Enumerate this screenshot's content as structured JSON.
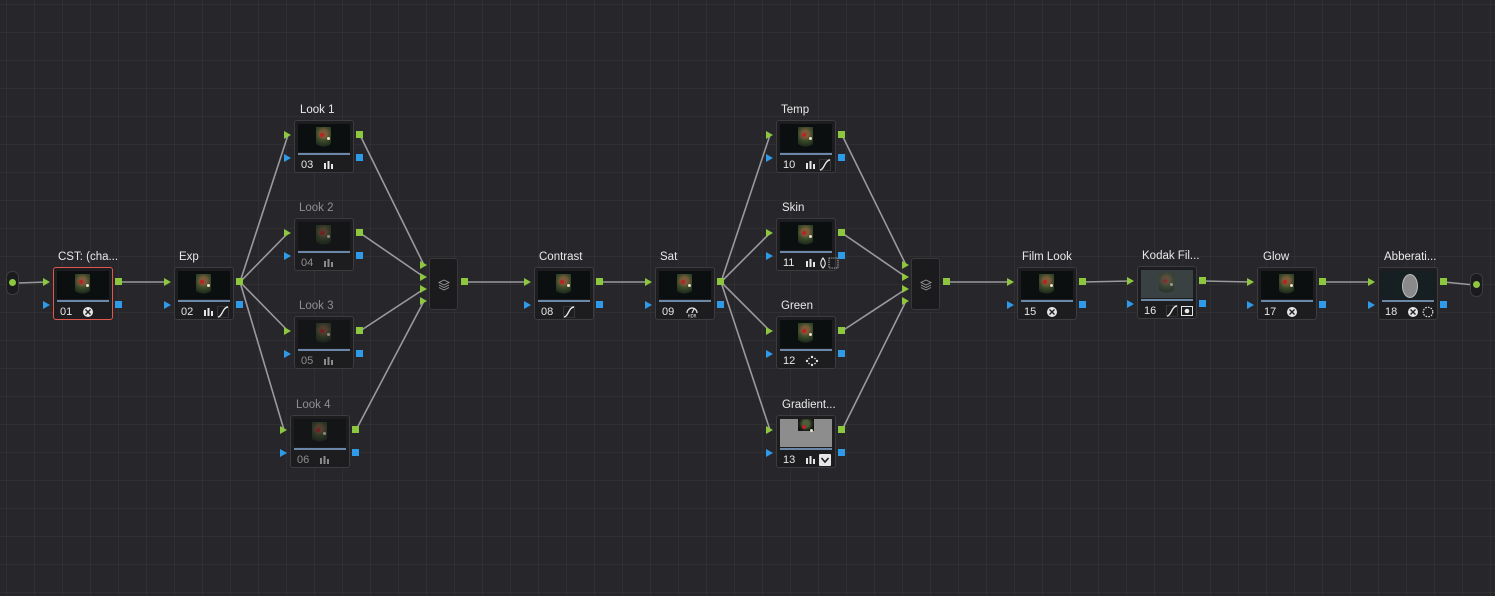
{
  "nodes": [
    {
      "id": "n01",
      "label": "CST: (cha...",
      "num": "01",
      "tools": [
        "resolve-fx-icon"
      ],
      "thumb": "normal",
      "selected": true,
      "disabled": false
    },
    {
      "id": "n02",
      "label": "Exp",
      "num": "02",
      "tools": [
        "bars-icon",
        "curves-icon"
      ],
      "thumb": "normal",
      "selected": false,
      "disabled": false
    },
    {
      "id": "n03",
      "label": "Look 1",
      "num": "03",
      "tools": [
        "bars-icon"
      ],
      "thumb": "normal",
      "selected": false,
      "disabled": false
    },
    {
      "id": "n04",
      "label": "Look 2",
      "num": "04",
      "tools": [
        "bars-icon"
      ],
      "thumb": "normal",
      "selected": false,
      "disabled": true
    },
    {
      "id": "n05",
      "label": "Look 3",
      "num": "05",
      "tools": [
        "bars-icon"
      ],
      "thumb": "normal",
      "selected": false,
      "disabled": true
    },
    {
      "id": "n06",
      "label": "Look 4",
      "num": "06",
      "tools": [
        "bars-icon"
      ],
      "thumb": "normal",
      "selected": false,
      "disabled": true
    },
    {
      "id": "n08",
      "label": "Contrast",
      "num": "08",
      "tools": [
        "curves-icon"
      ],
      "thumb": "normal",
      "selected": false,
      "disabled": false
    },
    {
      "id": "n09",
      "label": "Sat",
      "num": "09",
      "tools": [
        "hdr-icon"
      ],
      "thumb": "normal",
      "selected": false,
      "disabled": false
    },
    {
      "id": "n10",
      "label": "Temp",
      "num": "10",
      "tools": [
        "bars-icon",
        "curves-icon"
      ],
      "thumb": "normal",
      "selected": false,
      "disabled": false
    },
    {
      "id": "n11",
      "label": "Skin",
      "num": "11",
      "tools": [
        "bars-icon",
        "qualifier-icon"
      ],
      "thumb": "normal",
      "selected": false,
      "disabled": false
    },
    {
      "id": "n12",
      "label": "Green",
      "num": "12",
      "tools": [
        "hsl-qualifier-icon"
      ],
      "thumb": "normal",
      "selected": false,
      "disabled": false
    },
    {
      "id": "n13",
      "label": "Gradient...",
      "num": "13",
      "tools": [
        "bars-icon",
        "window-icon"
      ],
      "thumb": "grey",
      "selected": false,
      "disabled": false
    },
    {
      "id": "n15",
      "label": "Film Look",
      "num": "15",
      "tools": [
        "resolve-fx-icon"
      ],
      "thumb": "normal",
      "selected": false,
      "disabled": false
    },
    {
      "id": "n16",
      "label": "Kodak Fil...",
      "num": "16",
      "tools": [
        "curves-icon",
        "camera-raw-icon"
      ],
      "thumb": "hazy",
      "selected": false,
      "disabled": false
    },
    {
      "id": "n17",
      "label": "Glow",
      "num": "17",
      "tools": [
        "resolve-fx-icon"
      ],
      "thumb": "normal",
      "selected": false,
      "disabled": false
    },
    {
      "id": "n18",
      "label": "Abberati...",
      "num": "18",
      "tools": [
        "resolve-fx-icon",
        "circle-window-icon"
      ],
      "thumb": "oval",
      "selected": false,
      "disabled": false
    }
  ],
  "mixers": [
    {
      "id": "m1",
      "icon": "layer-mixer-icon"
    },
    {
      "id": "m2",
      "icon": "layer-mixer-icon"
    }
  ],
  "colors": {
    "background": "#27272b",
    "wire": "#9a9a9e",
    "rgb_port": "#8dc63f",
    "key_port": "#2f9ae8",
    "selected_border": "#e0574f"
  }
}
